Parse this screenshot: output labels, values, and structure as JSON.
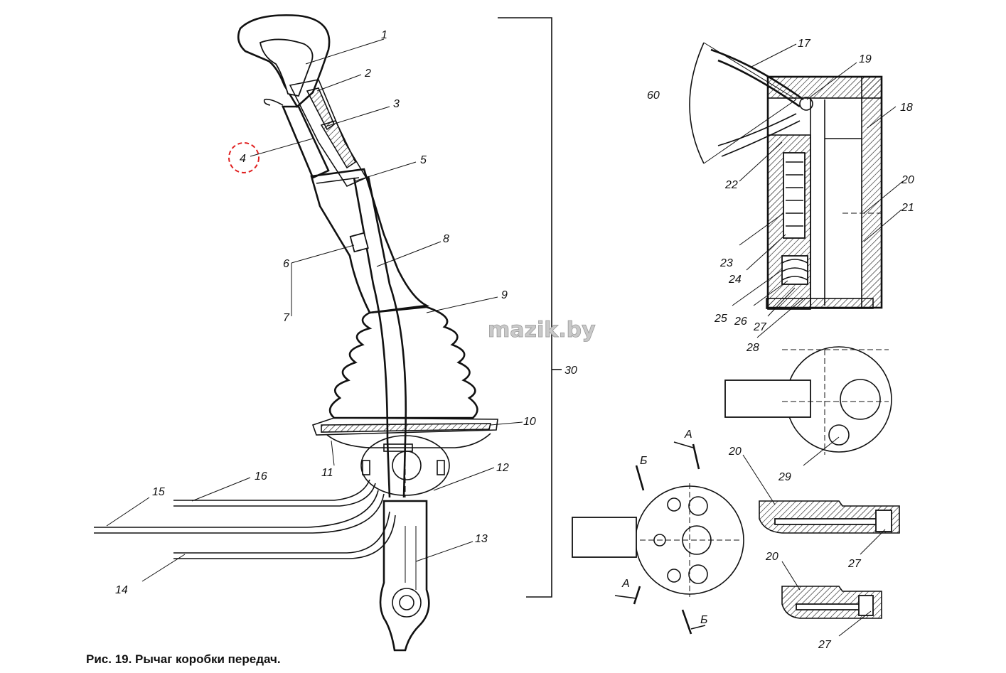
{
  "caption": "Рис. 19. Рычаг коробки передач.",
  "watermark": "mazik.by",
  "labels": {
    "l1": "1",
    "l2": "2",
    "l3": "3",
    "l4": "4",
    "l5": "5",
    "l6": "6",
    "l7": "7",
    "l8": "8",
    "l9": "9",
    "l10": "10",
    "l11": "11",
    "l12": "12",
    "l13": "13",
    "l14": "14",
    "l15": "15",
    "l16": "16",
    "l17": "17",
    "l18": "18",
    "l19": "19",
    "l20a": "20",
    "l20b": "20",
    "l20c": "20",
    "l21": "21",
    "l22": "22",
    "l23": "23",
    "l24": "24",
    "l25": "25",
    "l26": "26",
    "l27a": "27",
    "l27b": "27",
    "l27c": "27",
    "l28": "28",
    "l29": "29",
    "l30": "30",
    "l60": "60"
  },
  "section_marks": {
    "a_top": "А",
    "a_bottom": "А",
    "b_top": "Б",
    "b_bottom": "Б"
  },
  "highlight_color": "#e02020"
}
